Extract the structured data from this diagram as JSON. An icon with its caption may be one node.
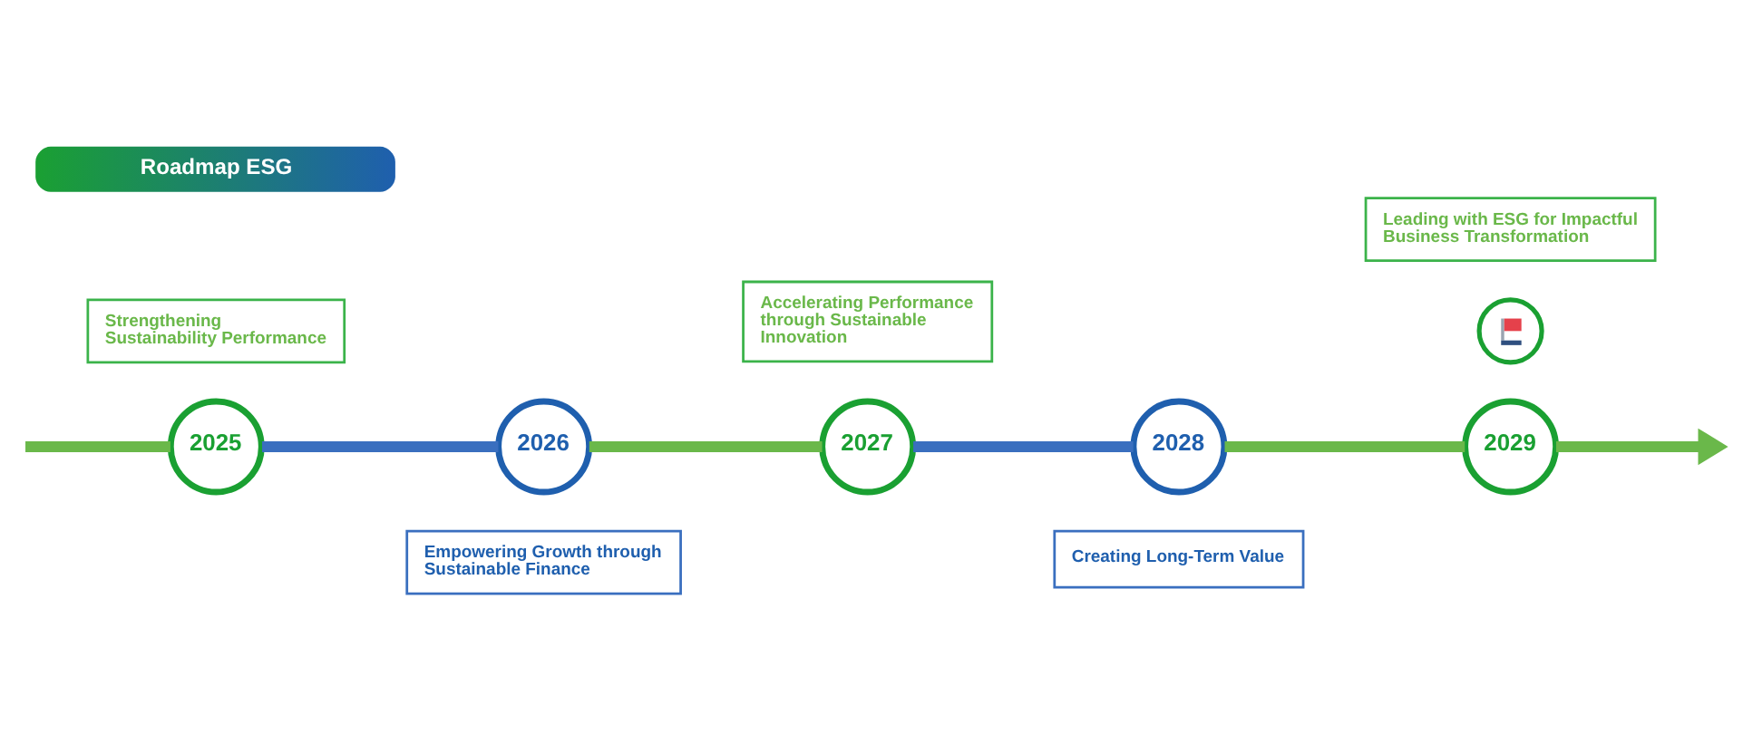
{
  "diagram": {
    "title": "Roadmap ESG",
    "nodes": [
      {
        "text": [
          "Strengthening Sustainability Performance"
        ]
      },
      {
        "text": [
          "2025"
        ]
      },
      {
        "text": [
          "2026"
        ]
      },
      {
        "text": [
          "Empowering Growth through Sustainable Finance"
        ]
      },
      {
        "text": [
          "Accelerating Performance through Sustainable Innovation"
        ]
      },
      {
        "text": [
          "2027"
        ]
      },
      {
        "text": [
          "2028"
        ]
      },
      {
        "text": [
          "Creating Long-Term Value"
        ]
      },
      {
        "text": [
          "Leading with ESG for Impactful Business Transformation"
        ]
      },
      {
        "text": [],
        "shape": "circle"
      },
      {
        "text": [
          "2029"
        ]
      }
    ],
    "edges": [
      {
        "from": null,
        "to": 1,
        "arrow": "none"
      },
      {
        "from": 1,
        "to": 2,
        "arrow": "none",
        "color": "#3a6fbf"
      },
      {
        "from": 2,
        "to": 5,
        "arrow": "none"
      },
      {
        "from": 5,
        "to": 6,
        "arrow": "none",
        "color": "#3a6fbf"
      },
      {
        "from": 6,
        "to": 10,
        "arrow": "none"
      },
      {
        "from": 10,
        "to": null,
        "arrow": "to"
      }
    ]
  }
}
